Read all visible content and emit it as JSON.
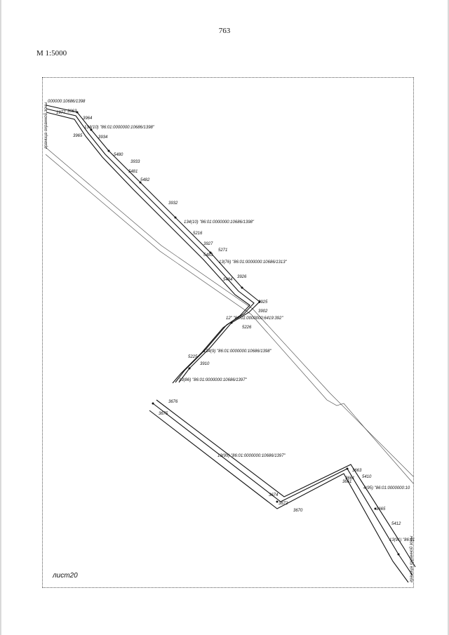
{
  "page": {
    "number": "763",
    "scale": "М 1:5000",
    "sheet": "лист20"
  },
  "side_text": {
    "top_left": "граница охранной зоны",
    "bottom_right": "граница охранной зоны"
  },
  "parcels": [
    {
      "id": "cad-1",
      "text": "000000:10686/1398"
    },
    {
      "id": "cad-2",
      "text": "134(10) \"86:01:0000000:10686/1398\""
    },
    {
      "id": "cad-3",
      "text": "134(10) \"86:01:0000000:10686/1398\""
    },
    {
      "id": "cad-4",
      "text": "13(76) \"86:01:0000000:10686/1313\""
    },
    {
      "id": "cad-5",
      "text": "12\" \"86:01:0000000:6419:392\""
    },
    {
      "id": "cad-6",
      "text": "134(9) \"86:01:0000000:10686/1398\""
    },
    {
      "id": "cad-7",
      "text": "13(86) \"86:01:0000000:10686/1397\""
    },
    {
      "id": "cad-8",
      "text": "13(95) \"86:01:0000000:10686/1397\""
    },
    {
      "id": "cad-9",
      "text": "4(95) \"86:01:0000000:10"
    },
    {
      "id": "cad-10",
      "text": "13(91) \"86:01"
    }
  ],
  "points": [
    "1977",
    "3963",
    "3964",
    "3965",
    "3934",
    "3933",
    "5480",
    "5481",
    "5482",
    "3932",
    "5216",
    "3927",
    "5271",
    "5483",
    "3926",
    "5484",
    "3925",
    "3902",
    "5226",
    "5225",
    "3910",
    "3676",
    "3675",
    "3674",
    "3672",
    "3670",
    "3663",
    "3661",
    "5410",
    "3665",
    "5412",
    "3661"
  ]
}
